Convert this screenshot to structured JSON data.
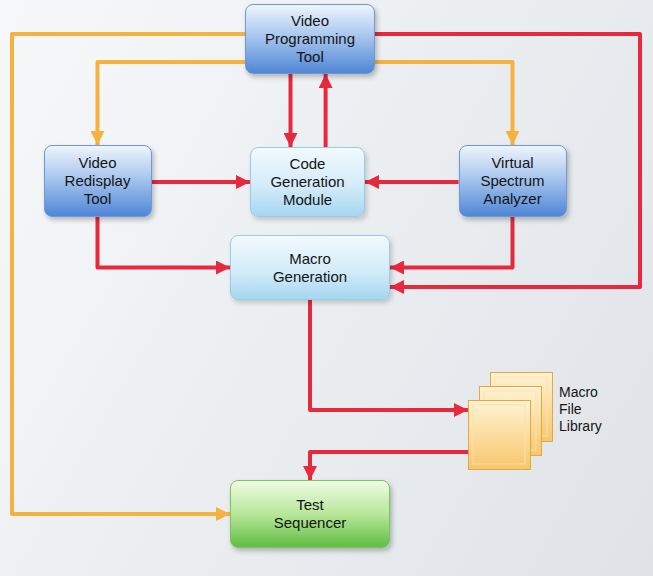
{
  "diagram": {
    "nodes": [
      {
        "text": [
          "Video Programming Tool"
        ]
      },
      {
        "text": [
          "Video Redisplay Tool"
        ]
      },
      {
        "text": [
          "Code Generation Module"
        ]
      },
      {
        "text": [
          "Virtual Spectrum Analyzer"
        ]
      },
      {
        "text": [
          "Macro Generation"
        ]
      },
      {
        "text": [
          "Macro File Library"
        ]
      },
      {
        "text": [
          "Test Sequencer"
        ]
      }
    ],
    "edges": [
      {
        "from": 0,
        "to": 1,
        "arrow": "to"
      },
      {
        "from": 0,
        "to": 3,
        "arrow": "to"
      },
      {
        "from": 0,
        "to": 6,
        "arrow": "to"
      },
      {
        "from": 0,
        "to": 2,
        "arrow": "to"
      },
      {
        "from": 2,
        "to": 0,
        "arrow": "to"
      },
      {
        "from": 0,
        "to": 4,
        "arrow": "to"
      },
      {
        "from": 1,
        "to": 2,
        "arrow": "to"
      },
      {
        "from": 3,
        "to": 2,
        "arrow": "to"
      },
      {
        "from": 1,
        "to": 4,
        "arrow": "to"
      },
      {
        "from": 3,
        "to": 4,
        "arrow": "to"
      },
      {
        "from": 4,
        "to": 5,
        "arrow": "to"
      },
      {
        "from": 5,
        "to": 6,
        "arrow": "to"
      }
    ]
  }
}
